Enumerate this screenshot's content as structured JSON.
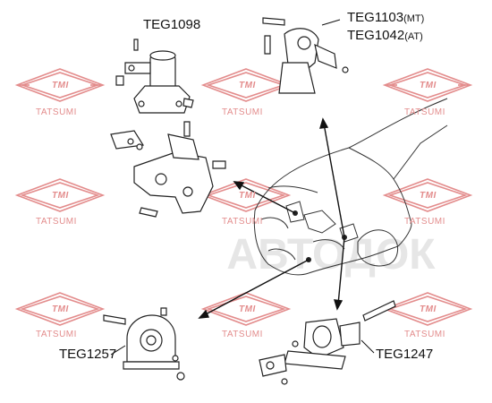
{
  "parts": {
    "teg1098": "TEG1098",
    "teg1103": "TEG1103",
    "teg1103_suffix": "(MT)",
    "teg1042": "TEG1042",
    "teg1042_suffix": "(AT)",
    "teg1257": "TEG1257",
    "teg1247": "TEG1247"
  },
  "watermark": {
    "logo": "TMI",
    "brand": "TATSUMI",
    "color": "#e38c8c",
    "site": "АВТОДОК",
    "site_color": "#e6e6e6"
  }
}
